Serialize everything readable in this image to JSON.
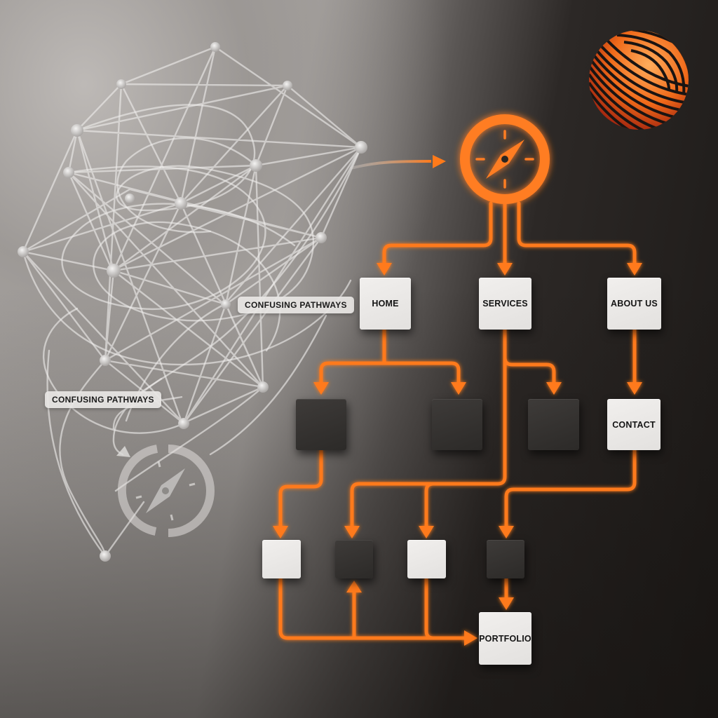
{
  "colors": {
    "accent": "#ff7a1a",
    "accent_glow": "#ff8a2a",
    "light_node": "#e8e6e4",
    "dark_node": "#353230",
    "network_line": "#e6e4e2",
    "label_bg": "#e8e6e4",
    "bg_left": "#b4b0ad",
    "bg_right": "#1c1917"
  },
  "labels": {
    "confusing_1": "CONFUSING PATHWAYS",
    "confusing_2": "CONFUSING PATHWAYS"
  },
  "icons": {
    "hub": "compass-icon",
    "broken": "broken-compass-icon",
    "globe": "striped-globe-icon",
    "network": "tangled-network-icon"
  },
  "nodes": {
    "top": [
      {
        "id": "home",
        "label": "HOME",
        "style": "light"
      },
      {
        "id": "services",
        "label": "SERVICES",
        "style": "light"
      },
      {
        "id": "about",
        "label": "ABOUT US",
        "style": "light"
      }
    ],
    "middle": [
      {
        "id": "home_child_1",
        "label": "",
        "style": "dark"
      },
      {
        "id": "home_child_2",
        "label": "",
        "style": "dark"
      },
      {
        "id": "services_child",
        "label": "",
        "style": "dark"
      },
      {
        "id": "contact",
        "label": "CONTACT",
        "style": "light"
      }
    ],
    "lower": [
      {
        "id": "leaf_1",
        "label": "",
        "style": "light"
      },
      {
        "id": "leaf_2",
        "label": "",
        "style": "dark"
      },
      {
        "id": "leaf_3",
        "label": "",
        "style": "light"
      },
      {
        "id": "leaf_4",
        "label": "",
        "style": "dark"
      }
    ],
    "bottom": [
      {
        "id": "portfolio",
        "label": "PORTFOLIO",
        "style": "light"
      }
    ]
  }
}
